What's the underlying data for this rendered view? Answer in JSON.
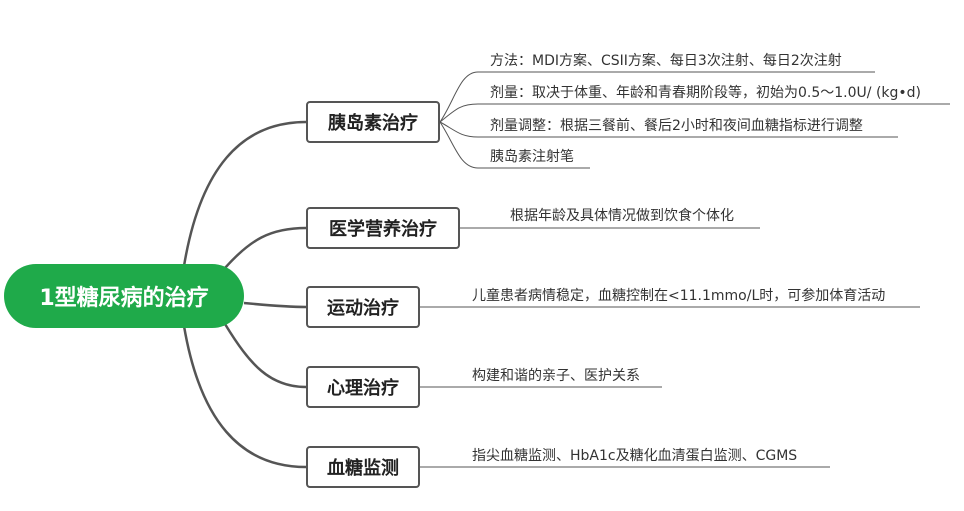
{
  "root": {
    "label": "1型糖尿病的治疗"
  },
  "branches": [
    {
      "label": "胰岛素治疗",
      "leaves": [
        "方法：MDI方案、CSII方案、每日3次注射、每日2次注射",
        "剂量：取决于体重、年龄和青春期阶段等，初始为0.5～1.0U/ (kg•d)",
        "剂量调整：根据三餐前、餐后2小时和夜间血糖指标进行调整",
        "胰岛素注射笔"
      ]
    },
    {
      "label": "医学营养治疗",
      "leaves": [
        "根据年龄及具体情况做到饮食个体化"
      ]
    },
    {
      "label": "运动治疗",
      "leaves": [
        "儿童患者病情稳定，血糖控制在<11.1mmo/L时，可参加体育活动"
      ]
    },
    {
      "label": "心理治疗",
      "leaves": [
        "构建和谐的亲子、医护关系"
      ]
    },
    {
      "label": "血糖监测",
      "leaves": [
        "指尖血糖监测、HbA1c及糖化血清蛋白监测、CGMS"
      ]
    }
  ],
  "colors": {
    "root": "#1faa4a",
    "line": "#555555"
  }
}
